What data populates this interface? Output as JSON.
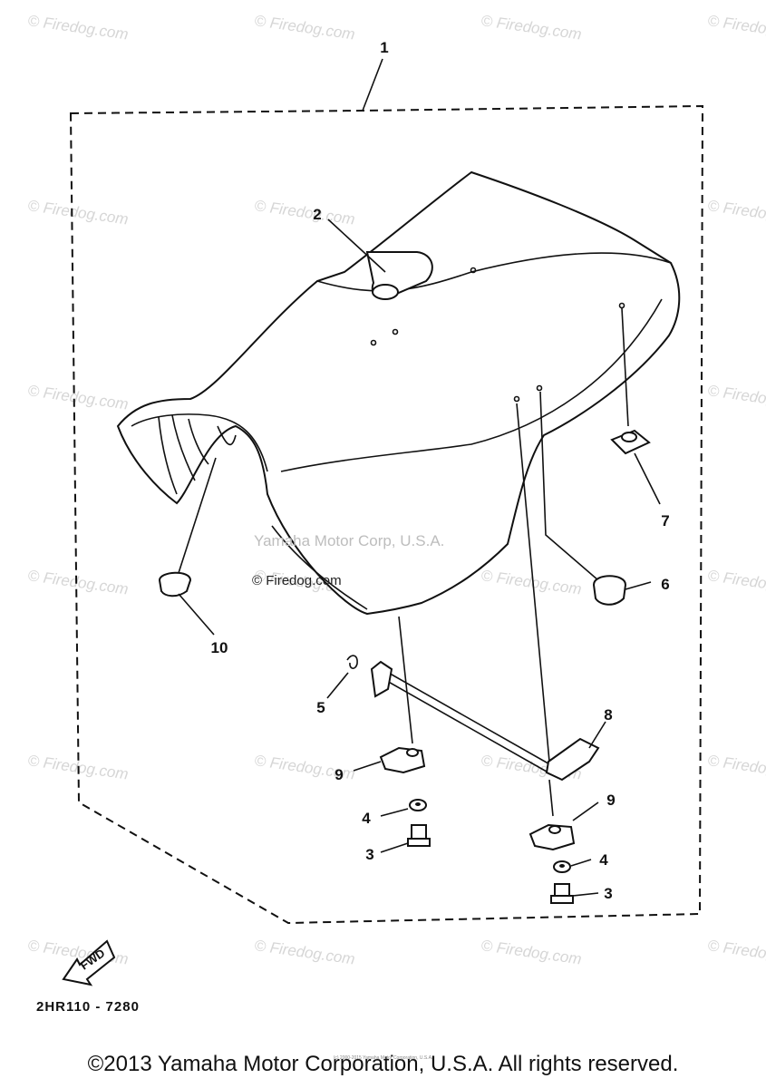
{
  "watermark": {
    "text": "© Firedog.com"
  },
  "diagram": {
    "callouts": {
      "c1": "1",
      "c2": "2",
      "c3a": "3",
      "c3b": "3",
      "c4a": "4",
      "c4b": "4",
      "c5": "5",
      "c6": "6",
      "c7": "7",
      "c8": "8",
      "c9a": "9",
      "c9b": "9",
      "c10": "10"
    },
    "corp_watermark": "Yamaha Motor Corp, U.S.A.",
    "inline_watermark": "© Firedog.com",
    "fwd_label": "FWD",
    "drawing_code": "2HR110 - 7280"
  },
  "footer": {
    "copyright": "©2013 Yamaha Motor Corporation, U.S.A. All rights reserved.",
    "tiny_text": "(c) 2000-2015 Yamaha Motor Corporation, U.S.A."
  }
}
